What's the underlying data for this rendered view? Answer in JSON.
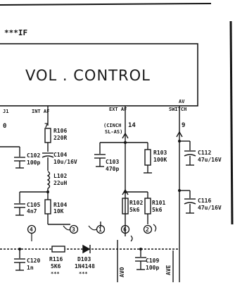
{
  "header": "***IF",
  "block_title": "VOL . CONTROL",
  "pins": {
    "left_name": "J1",
    "left_num": "0",
    "int_name": "INT AF",
    "int_num": "7",
    "ext_name": "EXT AF",
    "ext_num": "14",
    "avsw_name1": "AV",
    "avsw_name2": "SWITCH",
    "avsw_num": "9"
  },
  "cinch": {
    "line1": "(CINCH",
    "line2": "SL-AS)"
  },
  "components": {
    "r106": {
      "ref": "R106",
      "val": "220R"
    },
    "c102": {
      "ref": "C102",
      "val": "100p"
    },
    "c104": {
      "ref": "C104",
      "val": "10u/16V"
    },
    "l102": {
      "ref": "L102",
      "val": "22uH"
    },
    "c105": {
      "ref": "C105",
      "val": "4n7"
    },
    "r104": {
      "ref": "R104",
      "val": "10K"
    },
    "c103": {
      "ref": "C103",
      "val": "470p"
    },
    "r103": {
      "ref": "R103",
      "val": "100K"
    },
    "r102": {
      "ref": "R102",
      "val": "5k6"
    },
    "r101": {
      "ref": "R101",
      "val": "5k6"
    },
    "c112": {
      "ref": "C112",
      "val": "47u/16V"
    },
    "c116": {
      "ref": "C116",
      "val": "47u/16V"
    },
    "c120": {
      "ref": "C120",
      "val": "1n"
    },
    "r116": {
      "ref": "R116",
      "val": "5K6",
      "mark": "***"
    },
    "d103": {
      "ref": "D103",
      "val": "1N4148",
      "mark": "***"
    },
    "c109": {
      "ref": "C109",
      "val": "100p"
    }
  },
  "connectors": [
    "4",
    "3",
    "1",
    "6",
    "2"
  ],
  "bottom": {
    "avo": "AVO",
    "ave": "AVE"
  }
}
